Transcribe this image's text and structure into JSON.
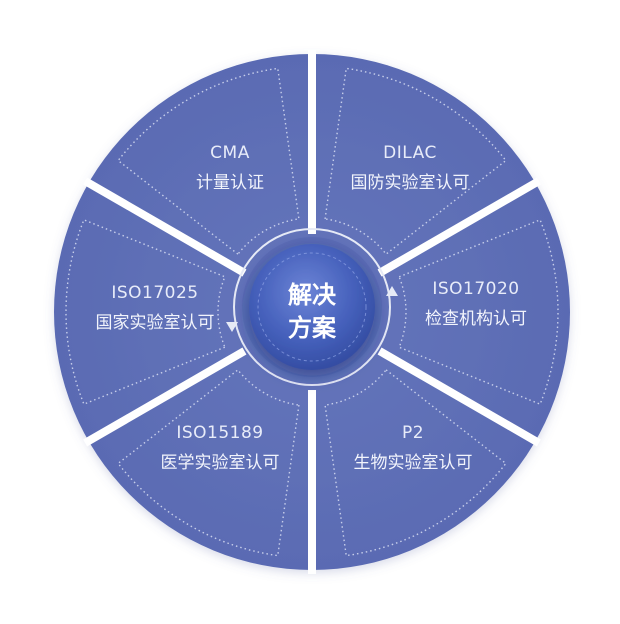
{
  "center": {
    "line1": "解决",
    "line2": "方案"
  },
  "segments": [
    {
      "code": "CMA",
      "label": "计量认证"
    },
    {
      "code": "DILAC",
      "label": "国防实验室认可"
    },
    {
      "code": "ISO17020",
      "label": "检查机构认可"
    },
    {
      "code": "P2",
      "label": "生物实验室认可"
    },
    {
      "code": "ISO15189",
      "label": "医学实验室认可"
    },
    {
      "code": "ISO17025",
      "label": "国家实验室认可"
    }
  ],
  "colors": {
    "segment_fill": "#5d6fb5",
    "segment_fill_light": "#6777bd",
    "divider": "#ffffff",
    "center_fill": "#3d57b0",
    "center_ring": "#e6eaf6",
    "text": "#eef1fb"
  }
}
